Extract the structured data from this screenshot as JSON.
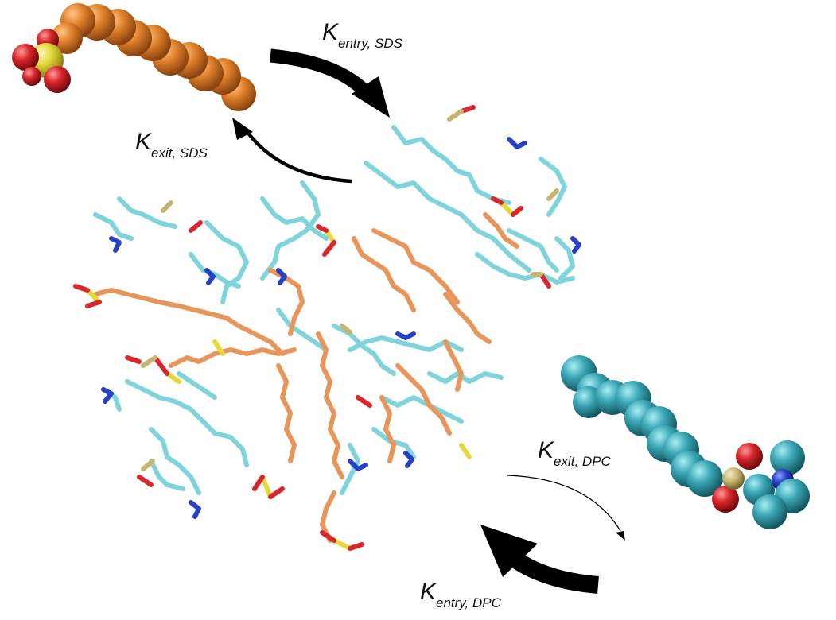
{
  "labels": {
    "entry_sds": {
      "main": "K",
      "sub": "entry, SDS"
    },
    "exit_sds": {
      "main": "K",
      "sub": "exit, SDS"
    },
    "exit_dpc": {
      "main": "K",
      "sub": "exit, DPC"
    },
    "entry_dpc": {
      "main": "K",
      "sub": "entry, DPC"
    }
  },
  "colors": {
    "sds_tail": "#e0822c",
    "sds_head": "#e4d83a",
    "oxygen": "#d8262a",
    "dpc_tail": "#3aa6b4",
    "dpc_stick": "#7fd3da",
    "nitrogen": "#2840c8",
    "phosphorus": "#c8b46e",
    "arrow": "#000000"
  }
}
